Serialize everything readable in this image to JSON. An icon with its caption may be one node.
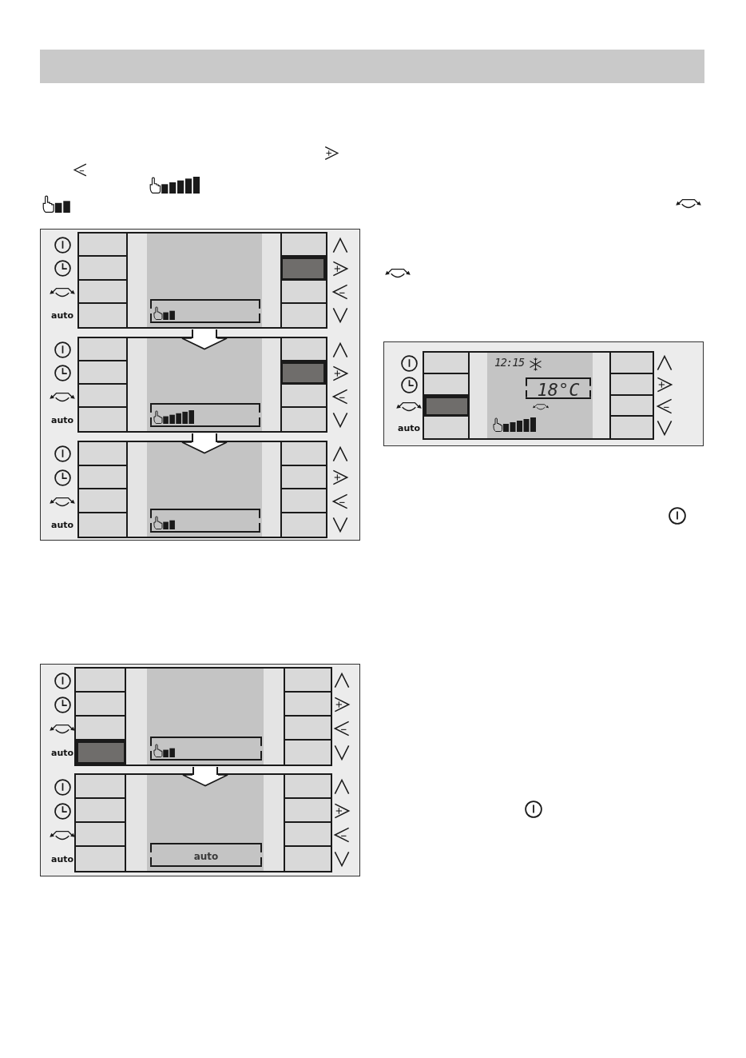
{
  "diagram": {
    "nodes": [
      {
        "text": [
          "auto"
        ]
      },
      {
        "text": [],
        "shape": "box",
        "in": 0
      },
      {
        "text": [
          "auto"
        ]
      },
      {
        "text": [],
        "shape": "box",
        "in": 2
      },
      {
        "text": [
          "auto"
        ]
      },
      {
        "text": [],
        "shape": "box",
        "in": 4
      },
      {
        "text": [
          "auto"
        ]
      },
      {
        "text": [],
        "shape": "box",
        "in": 6
      },
      {
        "text": [
          "auto"
        ]
      },
      {
        "text": [
          "auto"
        ],
        "in": 8
      },
      {
        "text": [
          "12:15",
          "auto"
        ]
      },
      {
        "text": [
          "18°C"
        ],
        "in": 10
      }
    ],
    "edges": [
      {
        "from": 0,
        "to": 2,
        "arrow": "to"
      },
      {
        "from": 2,
        "to": 4,
        "arrow": "to"
      },
      {
        "from": 6,
        "to": 8,
        "arrow": "to"
      }
    ]
  }
}
